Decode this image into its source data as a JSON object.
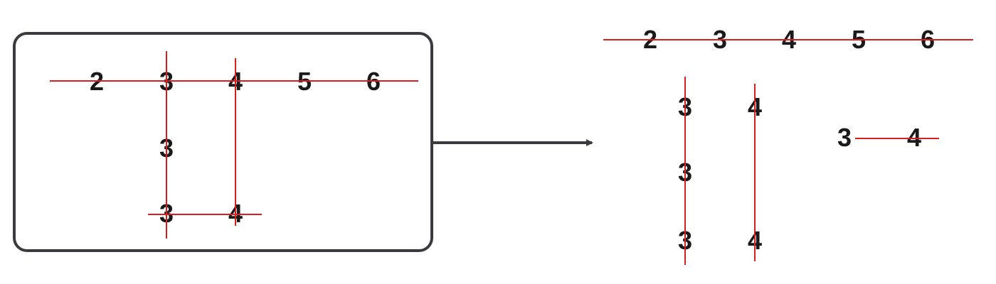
{
  "colors": {
    "line": "#d91e1e",
    "box": "#3a3a3f",
    "arrow": "#3a3a3f",
    "text": "#1a1a1a"
  },
  "left_panel": {
    "top_row": [
      "2",
      "3",
      "4",
      "5",
      "6"
    ],
    "col3_middle": "3",
    "bottom_row": [
      "3",
      "4"
    ]
  },
  "right_panel": {
    "top_row": [
      "2",
      "3",
      "4",
      "5",
      "6"
    ],
    "vertical_group_3": [
      "3",
      "3",
      "3"
    ],
    "vertical_group_4": [
      "4",
      "4"
    ],
    "horizontal_pair": [
      "3",
      "4"
    ]
  }
}
